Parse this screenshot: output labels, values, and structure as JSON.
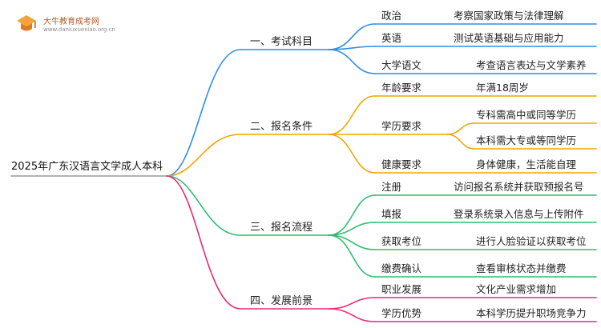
{
  "brand": {
    "name": "大牛教育成考网",
    "url": "www.daniuxuexiao.org.cn"
  },
  "root": "2025年广东汉语言文学成人本科",
  "colors": {
    "blue": "#2f8de4",
    "orange": "#f0a500",
    "green": "#2dbd6e",
    "pink": "#e8287a"
  },
  "branches": [
    {
      "label": "一、考试科目",
      "items": [
        {
          "label": "政治",
          "detail": "考察国家政策与法律理解"
        },
        {
          "label": "英语",
          "detail": "测试英语基础与应用能力"
        },
        {
          "label": "大学语文",
          "detail": "考查语言表达与文学素养"
        }
      ]
    },
    {
      "label": "二、报名条件",
      "items": [
        {
          "label": "年龄要求",
          "detail": "年满18周岁"
        },
        {
          "label": "学历要求",
          "details": [
            "专科需高中或同等学历",
            "本科需大专或等同学历"
          ]
        },
        {
          "label": "健康要求",
          "detail": "身体健康，生活能自理"
        }
      ]
    },
    {
      "label": "三、报名流程",
      "items": [
        {
          "label": "注册",
          "detail": "访问报名系统并获取预报名号"
        },
        {
          "label": "填报",
          "detail": "登录系统录入信息与上传附件"
        },
        {
          "label": "获取考位",
          "detail": "进行人脸验证以获取考位"
        },
        {
          "label": "缴费确认",
          "detail": "查看审核状态并缴费"
        }
      ]
    },
    {
      "label": "四、发展前景",
      "items": [
        {
          "label": "职业发展",
          "detail": "文化产业需求增加"
        },
        {
          "label": "学历优势",
          "detail": "本科学历提升职场竞争力"
        }
      ]
    }
  ]
}
